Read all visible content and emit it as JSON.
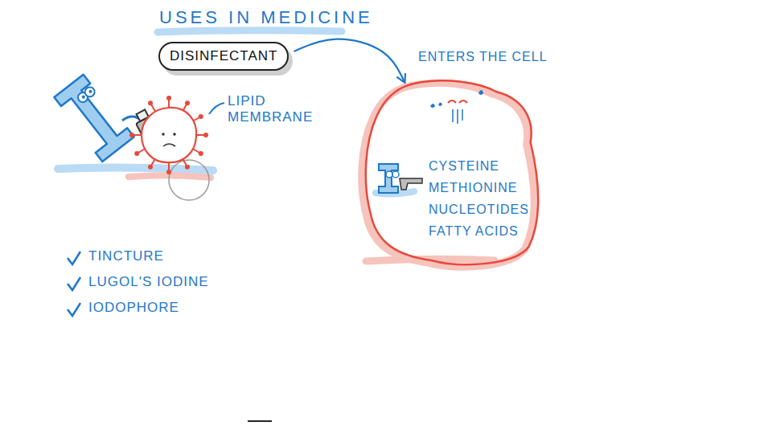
{
  "diagram": {
    "title": "USES IN MEDICINE",
    "nodes": [
      {
        "text": [
          "DISINFECTANT"
        ]
      },
      {
        "text": [
          "ENTERS THE CELL",
          "CYSTEINE",
          "METHIONINE",
          "NUCLEOTIDES",
          "FATTY ACIDS"
        ]
      }
    ],
    "edges": [
      {
        "from": 0,
        "to": 1,
        "arrow": "to"
      }
    ],
    "labels": [
      "LIPID MEMBRANE",
      "TINCTURE",
      "LUGOL'S IODINE",
      "IODOPHORE"
    ]
  }
}
